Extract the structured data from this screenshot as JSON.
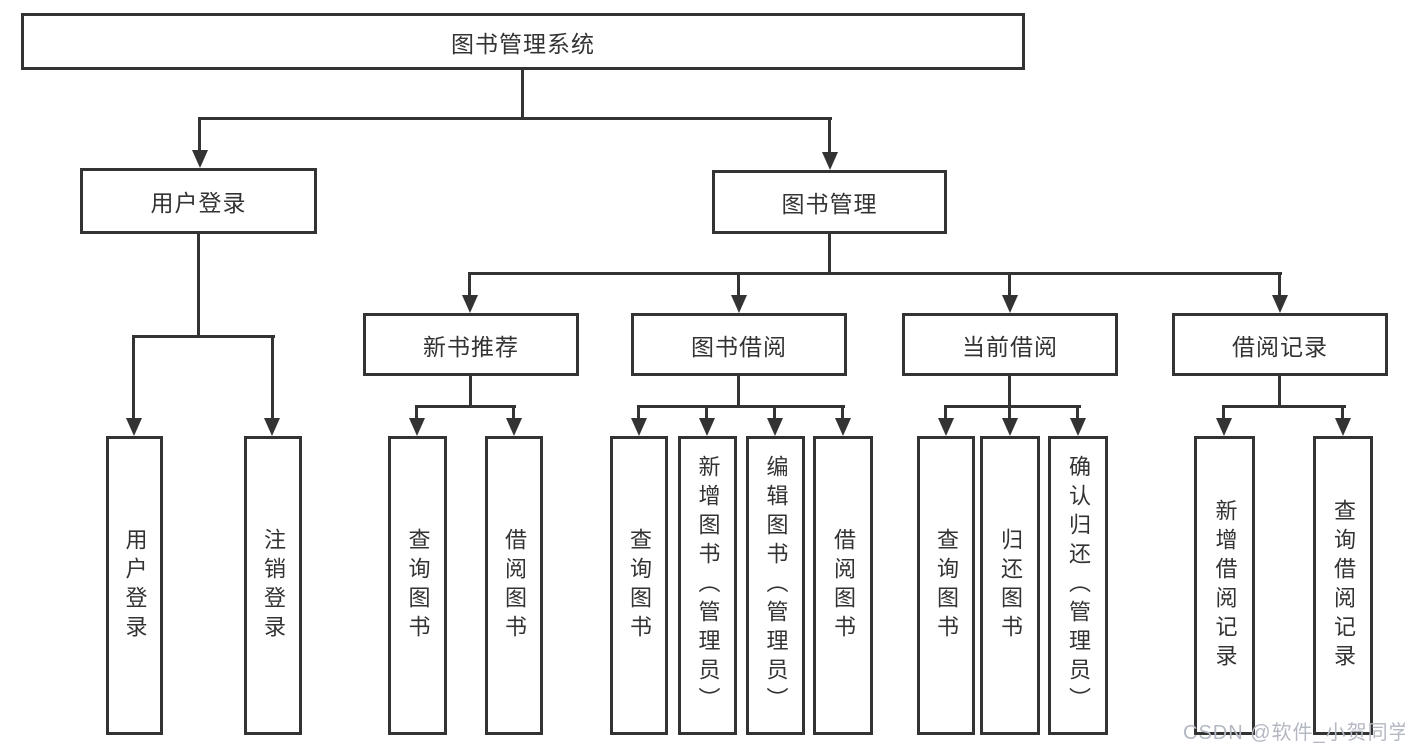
{
  "diagram": {
    "type": "hierarchy-tree",
    "root": {
      "label": "图书管理系统"
    },
    "level2": [
      {
        "label": "用户登录",
        "parent": "图书管理系统"
      },
      {
        "label": "图书管理",
        "parent": "图书管理系统"
      }
    ],
    "level3": [
      {
        "label": "新书推荐",
        "parent": "图书管理"
      },
      {
        "label": "图书借阅",
        "parent": "图书管理"
      },
      {
        "label": "当前借阅",
        "parent": "图书管理"
      },
      {
        "label": "借阅记录",
        "parent": "图书管理"
      }
    ],
    "leaves": [
      {
        "label": "用户登录",
        "parent": "用户登录"
      },
      {
        "label": "注销登录",
        "parent": "用户登录"
      },
      {
        "label": "查询图书",
        "parent": "新书推荐"
      },
      {
        "label": "借阅图书",
        "parent": "新书推荐"
      },
      {
        "label": "查询图书",
        "parent": "图书借阅"
      },
      {
        "label": "新增图书（管理员）",
        "parent": "图书借阅"
      },
      {
        "label": "编辑图书（管理员）",
        "parent": "图书借阅"
      },
      {
        "label": "借阅图书",
        "parent": "图书借阅"
      },
      {
        "label": "查询图书",
        "parent": "当前借阅"
      },
      {
        "label": "归还图书",
        "parent": "当前借阅"
      },
      {
        "label": "确认归还（管理员）",
        "parent": "当前借阅"
      },
      {
        "label": "新增借阅记录",
        "parent": "借阅记录"
      },
      {
        "label": "查询借阅记录",
        "parent": "借阅记录"
      }
    ]
  },
  "watermark": {
    "text": "CSDN @软件_小贺同学"
  },
  "colors": {
    "line": "#333333",
    "box_border": "#333333",
    "text": "#333333",
    "background": "#ffffff",
    "watermark": "#b4b8c2"
  }
}
